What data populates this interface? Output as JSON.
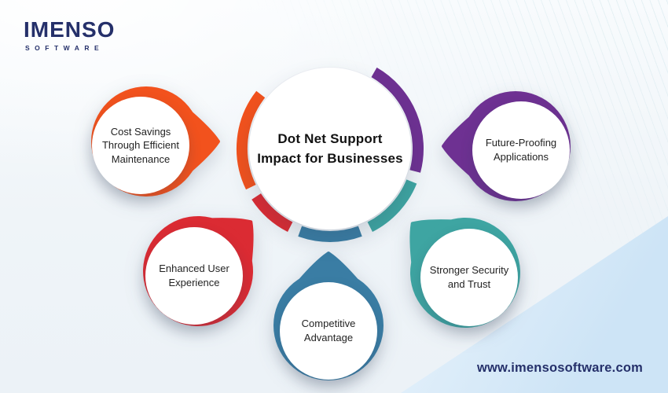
{
  "brand": {
    "logo_text": "IMENSO",
    "logo_subtext": "SOFTWARE",
    "website": "www.imensosoftware.com"
  },
  "center": {
    "title_lines": [
      "Dot Net Support",
      "Impact for Businesses"
    ]
  },
  "nodes": [
    {
      "id": "cost-savings",
      "label": "Cost Savings Through Efficient Maintenance",
      "color": "#F2521D",
      "position": "top-left"
    },
    {
      "id": "future-proofing",
      "label": "Future-Proofing Applications",
      "color": "#6E3192",
      "position": "top-right"
    },
    {
      "id": "enhanced-user-experience",
      "label": "Enhanced User Experience",
      "color": "#DB2B33",
      "position": "bottom-left"
    },
    {
      "id": "competitive-advantage",
      "label": "Competitive Advantage",
      "color": "#3A7DA4",
      "position": "bottom-center"
    },
    {
      "id": "stronger-security",
      "label": "Stronger Security and Trust",
      "color": "#3EA5A2",
      "position": "bottom-right"
    }
  ],
  "colors": {
    "brand_navy": "#25306A",
    "background_top": "#F8FBFD",
    "background_bottom": "#ECF2F7",
    "bottom_right_tint": "#CDE4F6",
    "pattern_line": "#79BAC4"
  }
}
